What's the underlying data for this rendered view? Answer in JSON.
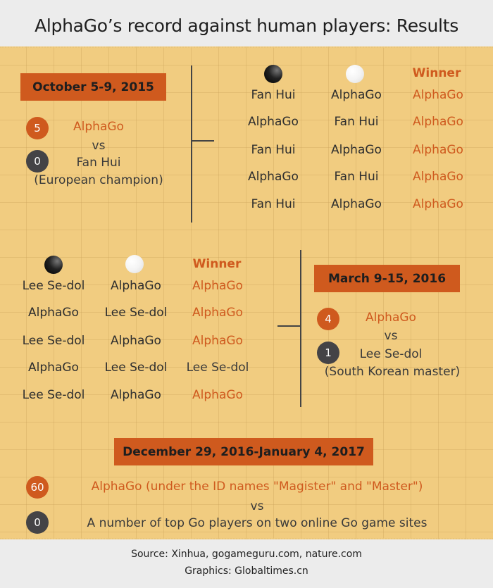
{
  "title": "AlphaGo’s record against human players: Results",
  "colors": {
    "accent": "#cf5a1e",
    "dark": "#444346",
    "board": "#f1cc80",
    "header_bg": "#ececec"
  },
  "match1": {
    "date": "October 5-9, 2015",
    "winner_score": "5",
    "winner_name": "AlphaGo",
    "vs": "vs",
    "loser_score": "0",
    "loser_name": "Fan Hui",
    "loser_desc": "(European champion)",
    "headers": {
      "black": "black-stone-icon",
      "white": "white-stone-icon",
      "winner": "Winner"
    },
    "games": [
      {
        "black": "Fan Hui",
        "white": "AlphaGo",
        "winner": "AlphaGo"
      },
      {
        "black": "AlphaGo",
        "white": "Fan Hui",
        "winner": "AlphaGo"
      },
      {
        "black": "Fan Hui",
        "white": "AlphaGo",
        "winner": "AlphaGo"
      },
      {
        "black": "AlphaGo",
        "white": "Fan Hui",
        "winner": "AlphaGo"
      },
      {
        "black": "Fan Hui",
        "white": "AlphaGo",
        "winner": "AlphaGo"
      }
    ]
  },
  "match2": {
    "date": "March 9-15, 2016",
    "winner_score": "4",
    "winner_name": "AlphaGo",
    "vs": "vs",
    "loser_score": "1",
    "loser_name": "Lee Se-dol",
    "loser_desc": "(South Korean master)",
    "headers": {
      "black": "black-stone-icon",
      "white": "white-stone-icon",
      "winner": "Winner"
    },
    "games": [
      {
        "black": "Lee Se-dol",
        "white": "AlphaGo",
        "winner": "AlphaGo"
      },
      {
        "black": "AlphaGo",
        "white": "Lee Se-dol",
        "winner": "AlphaGo"
      },
      {
        "black": "Lee Se-dol",
        "white": "AlphaGo",
        "winner": "AlphaGo"
      },
      {
        "black": "AlphaGo",
        "white": "Lee Se-dol",
        "winner": "Lee Se-dol"
      },
      {
        "black": "Lee Se-dol",
        "white": "AlphaGo",
        "winner": "AlphaGo"
      }
    ]
  },
  "match3": {
    "date": "December 29, 2016-January 4, 2017",
    "winner_score": "60",
    "winner_name": "AlphaGo (under the ID names \"Magister\" and \"Master\")",
    "vs": "vs",
    "loser_score": "0",
    "loser_name": "A number of top Go players on two online Go game sites"
  },
  "footer": {
    "source": "Source: Xinhua, gogameguru.com, nature.com",
    "graphics": "Graphics: Globaltimes.cn"
  }
}
